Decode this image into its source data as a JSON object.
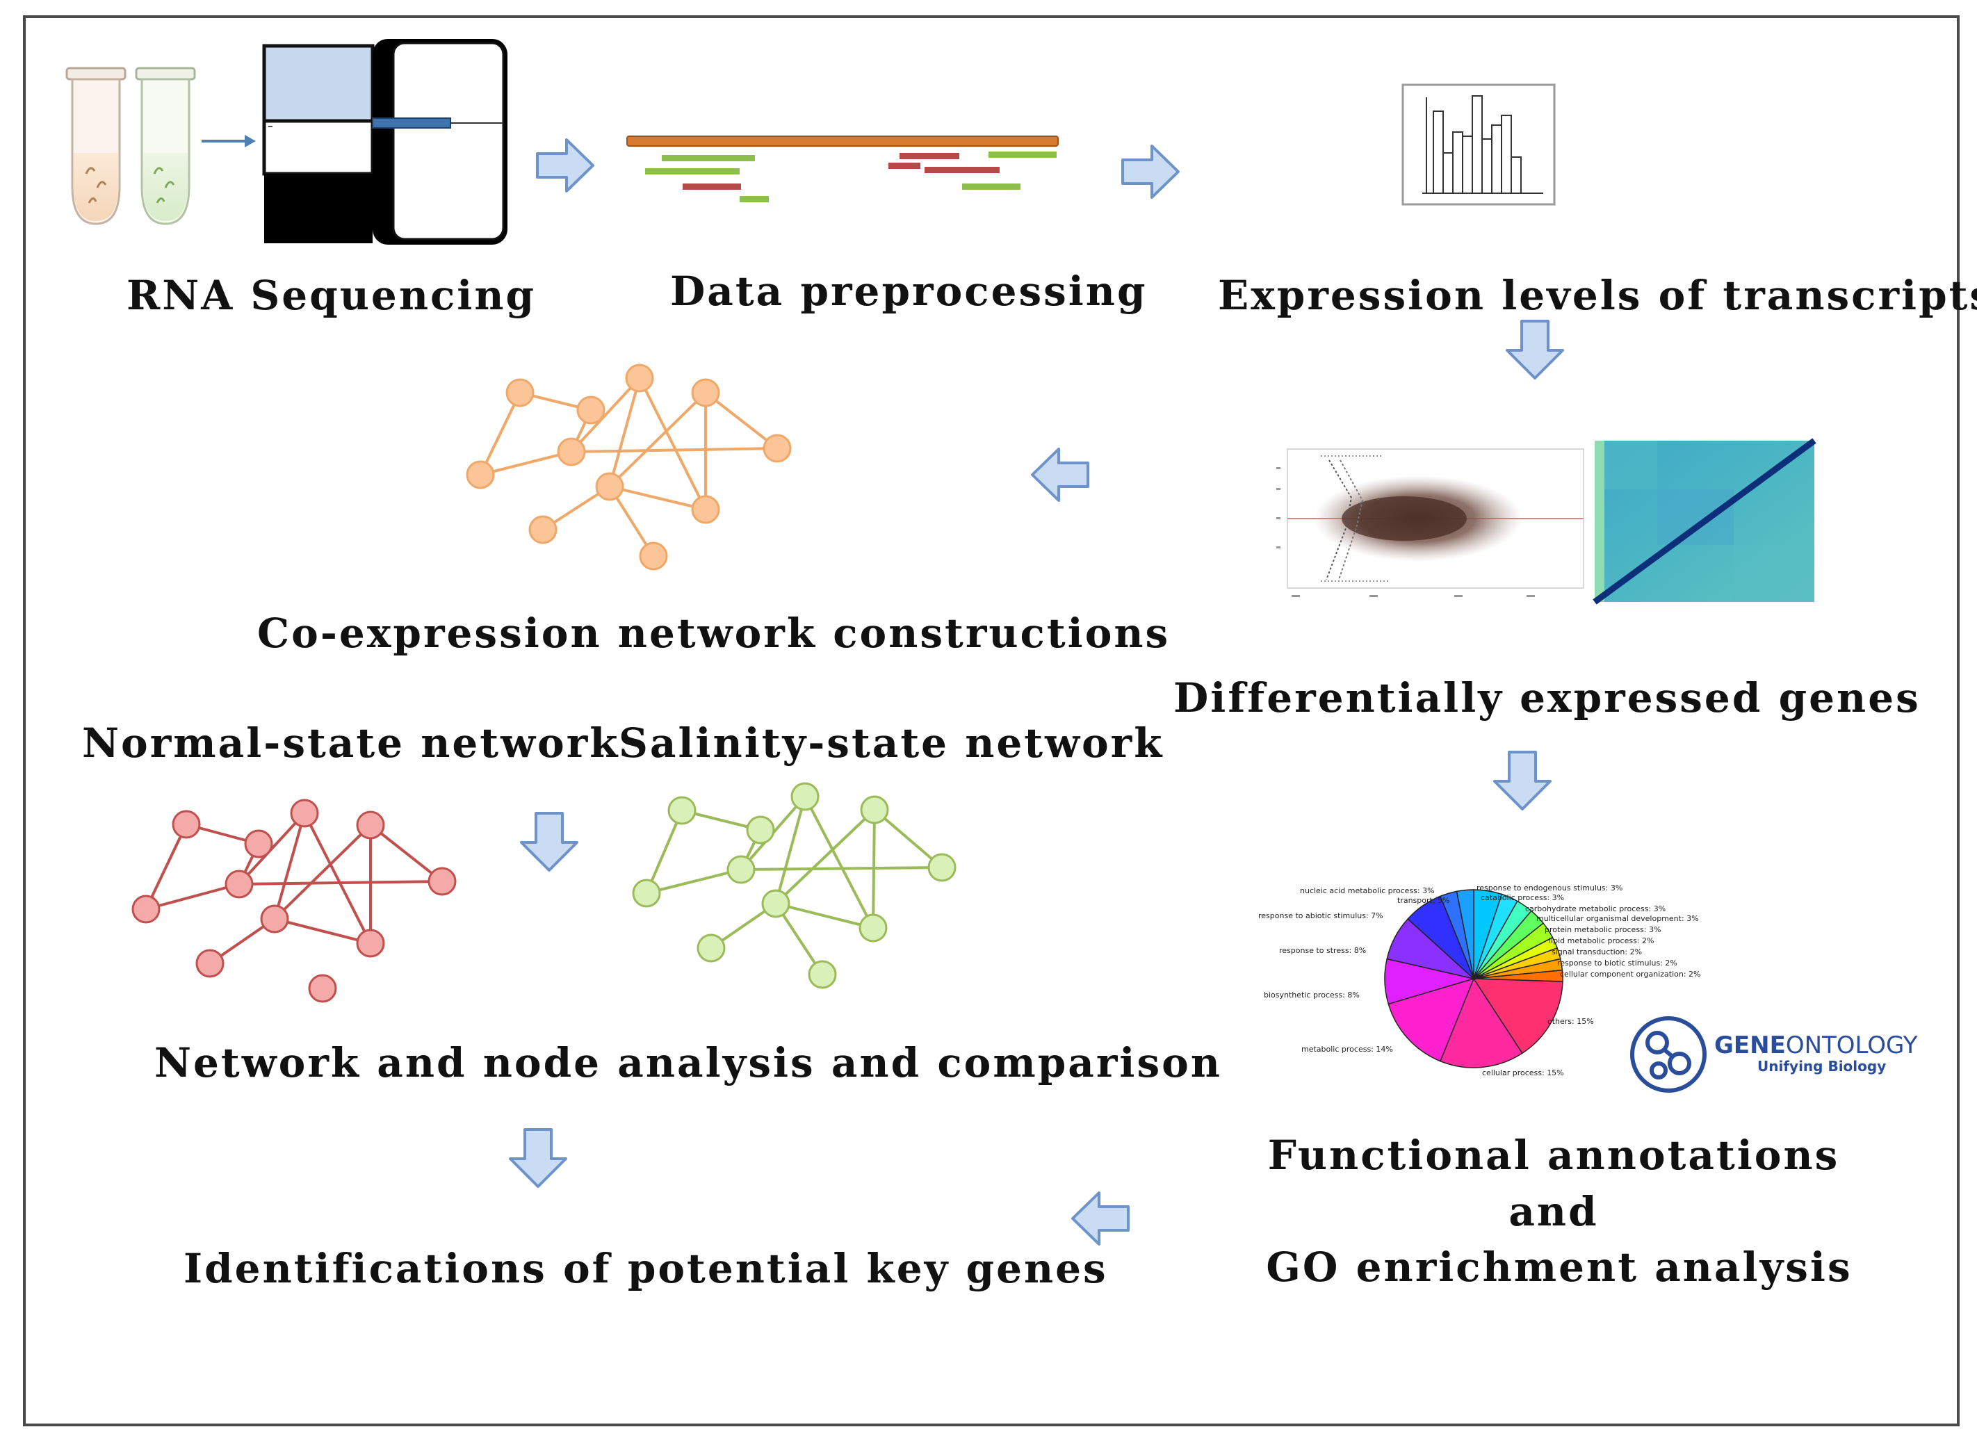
{
  "labels": {
    "rna_seq": "RNA Sequencing",
    "data_pre": "Data preprocessing",
    "expr_levels": "Expression levels of transcripts",
    "coexpr": "Co-expression network constructions",
    "deg": "Differentially expressed genes",
    "normal_net": "Normal-state network",
    "salinity_net": "Salinity-state network",
    "net_analysis": "Network and node analysis and comparison",
    "func_line1": "Functional annotations",
    "func_line2": "and",
    "func_line3": "GO enrichment analysis",
    "ident": "Identifications of potential key genes"
  },
  "go_logo": {
    "word_gene": "GENE",
    "word_ontology": "ONTOLOGY",
    "tagline": "Unifying Biology"
  },
  "pie": {
    "labels": [
      "nucleic acid metabolic process: 3%",
      "response to endogenous stimulus: 3%",
      "transport: 5%",
      "catabolic process: 3%",
      "carbohydrate metabolic process: 3%",
      "multicellular organismal development: 3%",
      "response to abiotic stimulus: 7%",
      "protein metabolic process: 3%",
      "lipid metabolic process: 2%",
      "response to stress: 8%",
      "signal transduction: 2%",
      "response to biotic stimulus: 2%",
      "cellular component organization: 2%",
      "biosynthetic process: 8%",
      "others: 15%",
      "metabolic process: 14%",
      "cellular process: 15%"
    ]
  },
  "colors": {
    "arrow_fill": "#c9dcf3",
    "arrow_stroke": "#6d93c8",
    "orange_node": "#fbc597",
    "orange_edge": "#f0a868",
    "red_node": "#f5aaaa",
    "red_edge": "#c0504d",
    "green_node": "#d9f0b9",
    "green_edge": "#9bbb59",
    "read_orange": "#d97b2e",
    "read_green": "#8dbf4e",
    "read_red": "#b44b49",
    "go_blue": "#2a4d9b"
  }
}
